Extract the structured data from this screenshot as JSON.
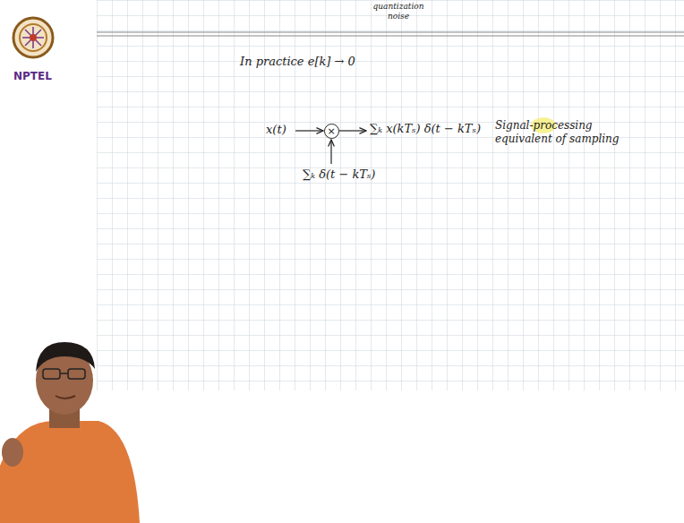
{
  "diagram": {
    "nodes": [
      {
        "text": [
          "×"
        ]
      }
    ],
    "labels": [
      "quantization noise",
      "In practice e[k] → 0",
      "x(t)",
      "∑ₖ x(kTₛ) δ(t − kTₛ)",
      "∑ₖ δ(t − kTₛ)",
      "Signal-processing equivalent of sampling",
      "NPTEL"
    ]
  }
}
